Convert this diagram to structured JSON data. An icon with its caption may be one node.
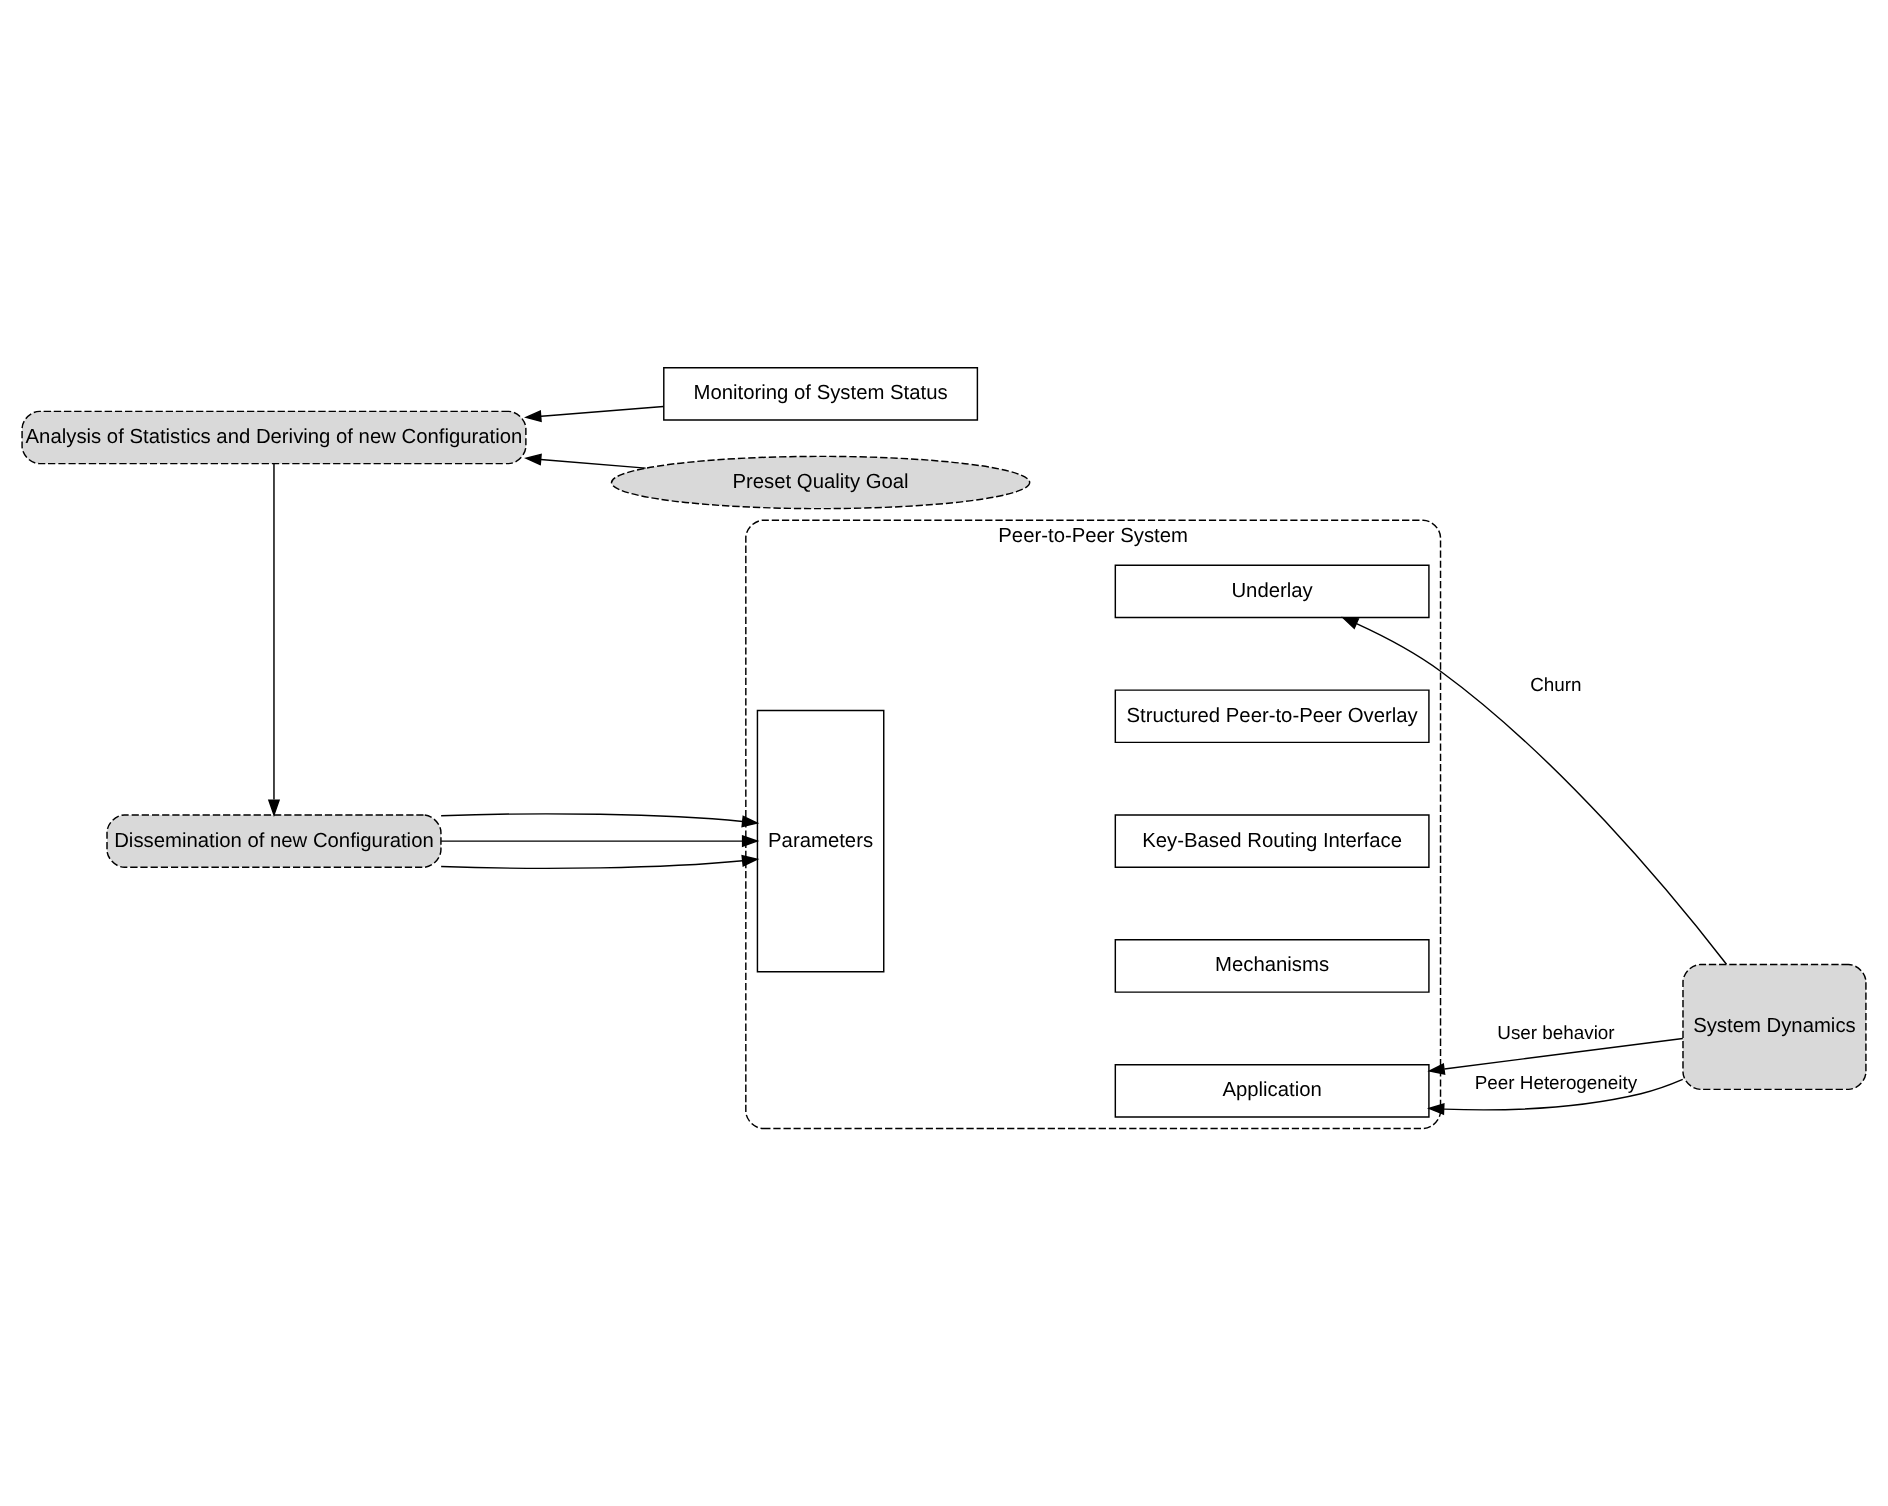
{
  "diagram": {
    "nodes": [
      {
        "text": [
          "Preset Quality Goal"
        ]
      },
      {
        "text": [
          "Analysis of Statistics and Deriving of new Configuration"
        ]
      },
      {
        "text": [
          "Monitoring of System Status"
        ]
      },
      {
        "text": [
          "Peer-to-Peer System"
        ]
      },
      {
        "text": [
          "Application"
        ],
        "in": 3
      },
      {
        "text": [
          "Parameters"
        ],
        "in": 3
      },
      {
        "text": [
          "Mechanisms"
        ],
        "in": 3
      },
      {
        "text": [
          "Key-Based Routing Interface"
        ],
        "in": 3
      },
      {
        "text": [
          "Structured Peer-to-Peer Overlay"
        ],
        "in": 3
      },
      {
        "text": [
          "Underlay"
        ],
        "in": 3
      },
      {
        "text": [
          "Dissemination of new Configuration"
        ]
      },
      {
        "text": [
          "System Dynamics"
        ]
      }
    ],
    "edges": [
      {
        "from": 0,
        "to": 1,
        "arrow": "to"
      },
      {
        "from": 2,
        "to": 1,
        "arrow": "to"
      },
      {
        "from": 1,
        "to": 10,
        "arrow": "to"
      },
      {
        "from": 10,
        "to": 5,
        "arrow": "to"
      },
      {
        "from": 10,
        "to": 5,
        "arrow": "to"
      },
      {
        "from": 10,
        "to": 5,
        "arrow": "to"
      },
      {
        "from": 11,
        "to": 4,
        "arrow": "to",
        "label": "User behavior"
      },
      {
        "from": 11,
        "to": 3,
        "arrow": "to",
        "label": "Peer Heterogeneity"
      },
      {
        "from": 11,
        "to": 9,
        "arrow": "to",
        "label": "Churn"
      }
    ]
  }
}
